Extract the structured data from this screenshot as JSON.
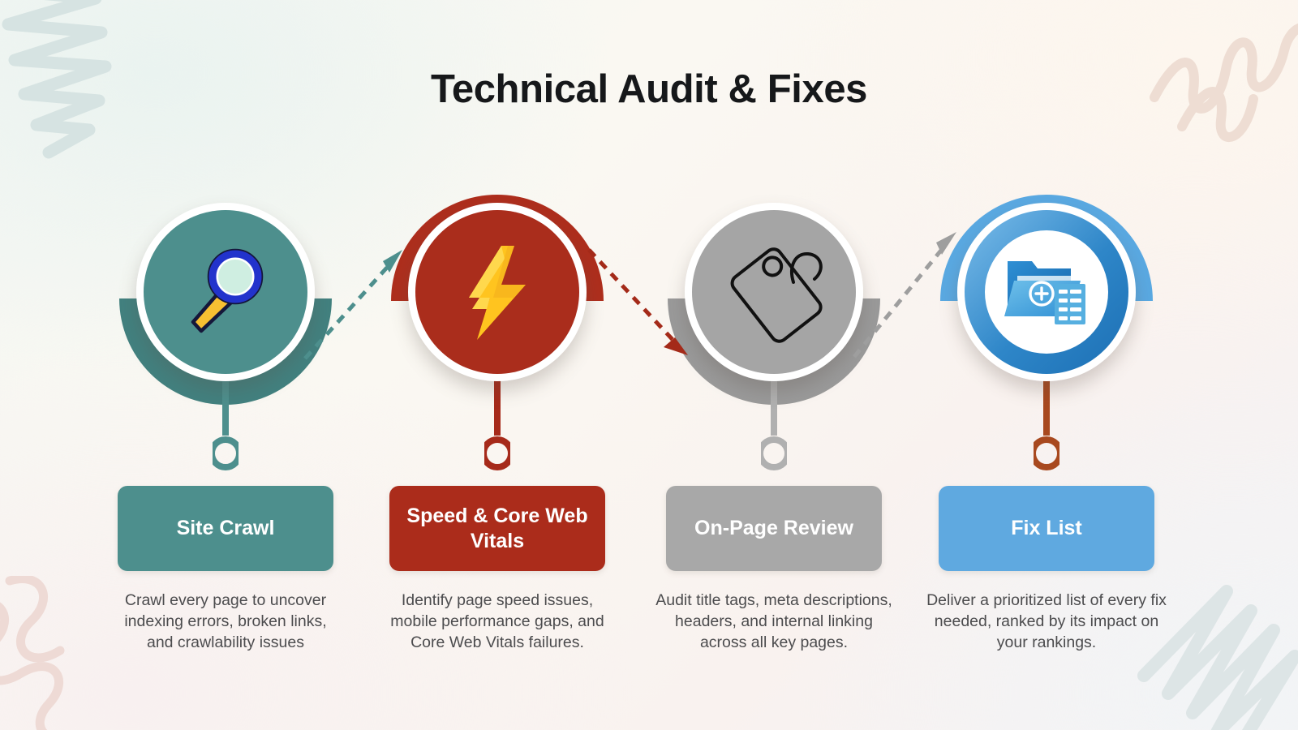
{
  "title": "Technical Audit & Fixes",
  "theme": {
    "background": "#f6f4f1",
    "title_color": "#16181a",
    "description_color": "#4c4c4e",
    "chip_text_color": "#ffffff"
  },
  "decorations": [
    {
      "name": "scribble-top-left",
      "shape": "zigzag-scribble",
      "color": "#d6e3e2"
    },
    {
      "name": "scribble-top-right",
      "shape": "wave-scribble",
      "color": "#eeddd3"
    },
    {
      "name": "scribble-bottom-left",
      "shape": "wave-scribble",
      "color": "#eedad5"
    },
    {
      "name": "scribble-bottom-right",
      "shape": "zigzag-scribble",
      "color": "#dde5e6"
    }
  ],
  "steps": [
    {
      "id": "site-crawl",
      "label": "Site Crawl",
      "description": "Crawl every page to uncover indexing errors, broken links, and crawlability issues",
      "icon": "magnifier-icon",
      "color": "#4d8f8d",
      "arc_color": "#42817f",
      "pin_color": "#4d8f8d",
      "chip_color": "#4d8f8d",
      "arc_position": "below"
    },
    {
      "id": "speed-core-web-vitals",
      "label": "Speed & Core Web Vitals",
      "description": "Identify page speed issues, mobile performance gaps, and Core Web Vitals failures.",
      "icon": "lightning-bolt-icon",
      "color": "#aa2d1c",
      "arc_color": "#ae2e1d",
      "pin_color": "#a62a1a",
      "chip_color": "#ab2c1b",
      "arc_position": "above"
    },
    {
      "id": "on-page-review",
      "label": "On-Page Review",
      "description": "Audit title tags, meta descriptions, headers, and internal linking across all key pages.",
      "icon": "price-tag-icon",
      "color": "#a5a5a5",
      "arc_color": "#9a9a9a",
      "pin_color": "#b0b0b0",
      "chip_color": "#a8a8a8",
      "arc_position": "below"
    },
    {
      "id": "fix-list",
      "label": "Fix List",
      "description": "Deliver a prioritized list of every fix needed, ranked by its impact on your rankings.",
      "icon": "folder-list-icon",
      "color": "#59a9e2",
      "arc_color": "#5aa9e2",
      "pin_color": "#a8491f",
      "chip_color": "#5fa9e0",
      "arc_position": "above"
    }
  ],
  "arrows": [
    {
      "name": "arrow-step1-to-step2",
      "color": "#4d8f8d",
      "direction": "up-right",
      "style": "dashed"
    },
    {
      "name": "arrow-step2-to-step3",
      "color": "#a42a19",
      "direction": "down-right",
      "style": "dashed"
    },
    {
      "name": "arrow-step3-to-step4",
      "color": "#9e9e9e",
      "direction": "up-right",
      "style": "dashed"
    }
  ]
}
